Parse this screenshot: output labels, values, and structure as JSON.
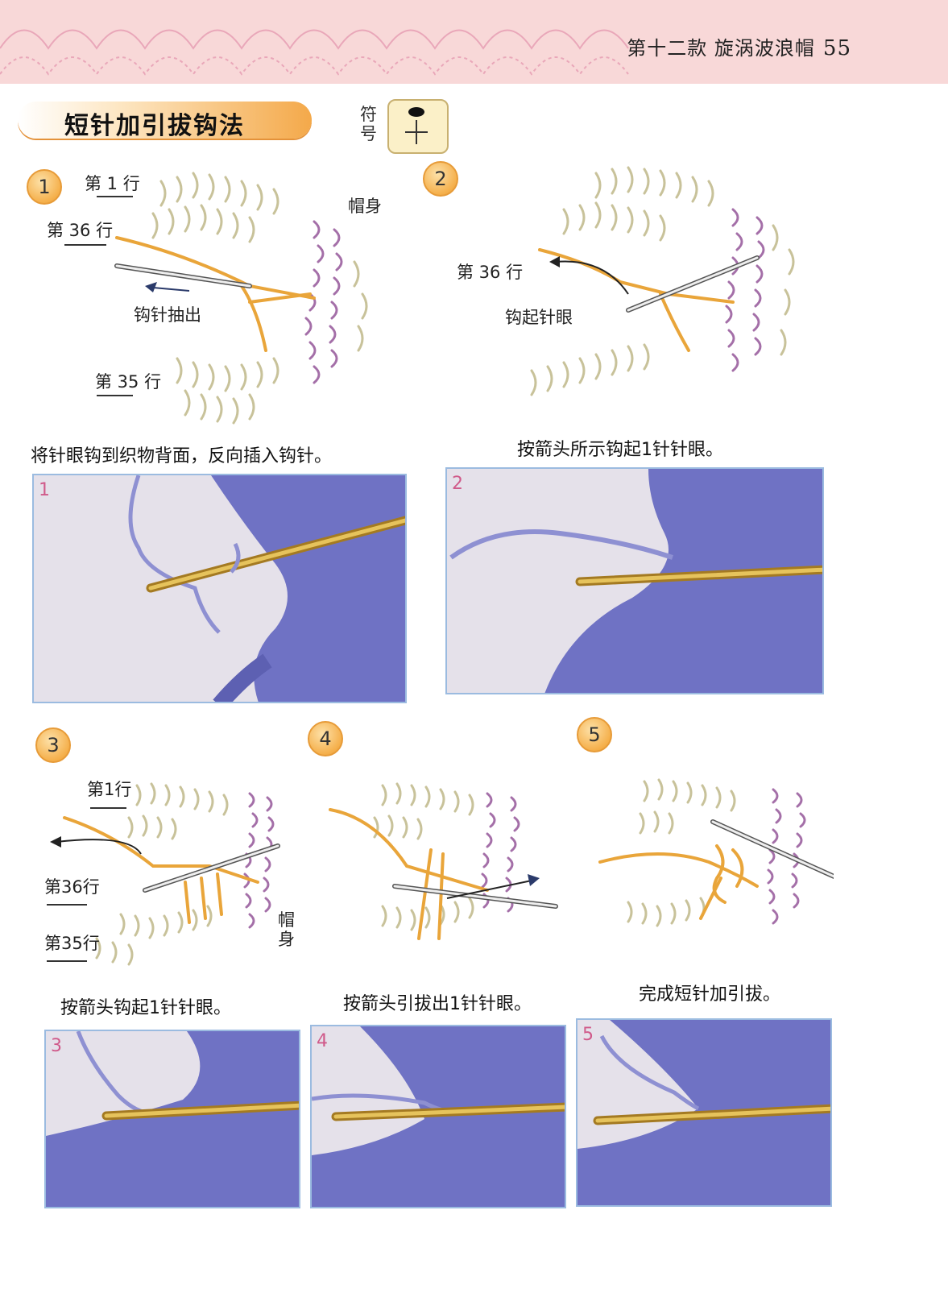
{
  "header": {
    "section": "第十二款  旋涡波浪帽",
    "page_number": "55"
  },
  "title": "短针加引拔钩法",
  "symbol": {
    "label_line1": "符",
    "label_line2": "号"
  },
  "steps": [
    {
      "num": "1",
      "caption": "将针眼钩到织物背面，反向插入钩针。",
      "labels": {
        "row1": "第 1 行",
        "row36": "第 36 行",
        "row35": "第 35 行",
        "body": "帽身",
        "action": "钩针抽出"
      }
    },
    {
      "num": "2",
      "caption": "按箭头所示钩起1针针眼。",
      "labels": {
        "row36": "第 36 行",
        "action": "钩起针眼"
      }
    },
    {
      "num": "3",
      "caption": "按箭头钩起1针针眼。",
      "labels": {
        "row1": "第1行",
        "row36": "第36行",
        "row35": "第35行",
        "body_line1": "帽",
        "body_line2": "身"
      }
    },
    {
      "num": "4",
      "caption": "按箭头引拔出1针针眼。"
    },
    {
      "num": "5",
      "caption": "完成短针加引拔。"
    }
  ],
  "photos": [
    "1",
    "2",
    "3",
    "4",
    "5"
  ],
  "colors": {
    "header_pink": "#f8d8d8",
    "accent_orange": "#f5b04c",
    "yarn_khaki": "#c8c29a",
    "yarn_purple": "#a46fa8",
    "yarn_orange": "#e9a53a",
    "photo_blue": "#6f72c4"
  }
}
